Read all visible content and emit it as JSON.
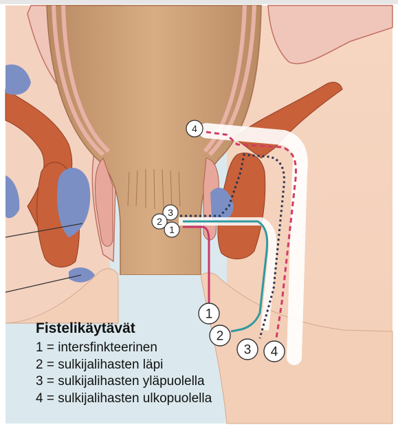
{
  "legend": {
    "title": "Fistelikäytävät",
    "items": [
      {
        "number": "1",
        "text": "= intersfinkteerinen"
      },
      {
        "number": "2",
        "text": "= sulkijalihasten läpi"
      },
      {
        "number": "3",
        "text": "= sulkijalihasten yläpuolella"
      },
      {
        "number": "4",
        "text": "= sulkijalihasten ulkopuolella"
      }
    ]
  },
  "callouts": {
    "top_4": "4",
    "internal_1": "1",
    "internal_2": "2",
    "internal_3": "3",
    "external_1": "1",
    "external_2": "2",
    "external_3": "3",
    "external_4": "4"
  },
  "colors": {
    "tract_1": "#c8386a",
    "tract_2": "#2e9aa0",
    "tract_3": "#2a3550",
    "tract_4": "#d03c66",
    "muscle": "#c8603a",
    "mucosa": "#f2c7bd",
    "skin": "#f6d9c6",
    "background": "#dbe9ee",
    "fat_blue": "#7c8fc4"
  }
}
